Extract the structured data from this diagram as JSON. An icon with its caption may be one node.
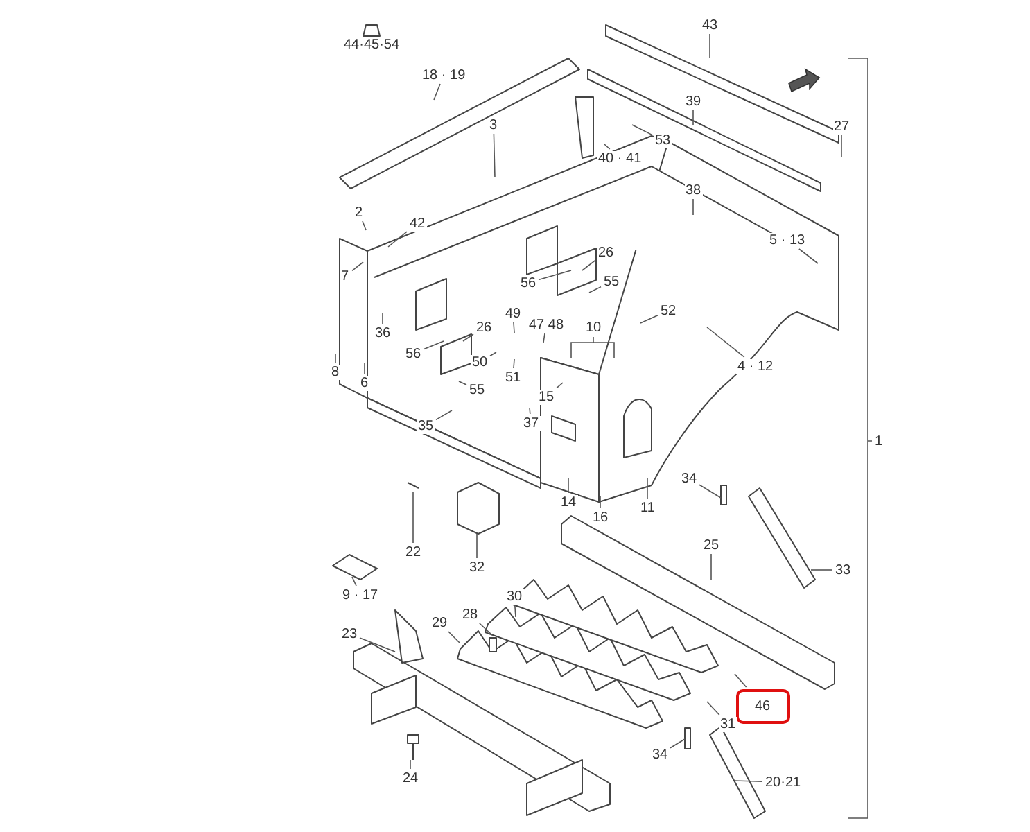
{
  "diagram": {
    "nodes": [
      {
        "text": [
          "18 · 19"
        ]
      },
      {
        "text": [
          "43"
        ]
      },
      {
        "text": [
          "3"
        ]
      },
      {
        "text": [
          "39"
        ]
      },
      {
        "text": [
          "53"
        ]
      },
      {
        "text": [
          "27"
        ]
      },
      {
        "text": [
          "40 · 41"
        ]
      },
      {
        "text": [
          "38"
        ]
      },
      {
        "text": [
          "2"
        ]
      },
      {
        "text": [
          "42"
        ]
      },
      {
        "text": [
          "5 · 13"
        ]
      },
      {
        "text": [
          "26"
        ]
      },
      {
        "text": [
          "7"
        ]
      },
      {
        "text": [
          "56"
        ]
      },
      {
        "text": [
          "55"
        ]
      },
      {
        "text": [
          "49"
        ]
      },
      {
        "text": [
          "47 48"
        ]
      },
      {
        "text": [
          "52"
        ]
      },
      {
        "text": [
          "10"
        ]
      },
      {
        "text": [
          "26"
        ]
      },
      {
        "text": [
          "8"
        ]
      },
      {
        "text": [
          "6"
        ]
      },
      {
        "text": [
          "56"
        ]
      },
      {
        "text": [
          "36"
        ]
      },
      {
        "text": [
          "50"
        ]
      },
      {
        "text": [
          "51"
        ]
      },
      {
        "text": [
          "55"
        ]
      },
      {
        "text": [
          "15"
        ]
      },
      {
        "text": [
          "4 · 12"
        ]
      },
      {
        "text": [
          "37"
        ]
      },
      {
        "text": [
          "35"
        ]
      },
      {
        "text": [
          "1"
        ]
      },
      {
        "text": [
          "14"
        ]
      },
      {
        "text": [
          "16"
        ]
      },
      {
        "text": [
          "11"
        ]
      },
      {
        "text": [
          "34"
        ]
      },
      {
        "text": [
          "22"
        ]
      },
      {
        "text": [
          "32"
        ]
      },
      {
        "text": [
          "25"
        ]
      },
      {
        "text": [
          "33"
        ]
      },
      {
        "text": [
          "9 · 17"
        ]
      },
      {
        "text": [
          "30"
        ]
      },
      {
        "text": [
          "28"
        ]
      },
      {
        "text": [
          "29"
        ]
      },
      {
        "text": [
          "23"
        ]
      },
      {
        "text": [
          "46"
        ]
      },
      {
        "text": [
          "31"
        ]
      },
      {
        "text": [
          "34"
        ]
      },
      {
        "text": [
          "20·21"
        ]
      },
      {
        "text": [
          "24"
        ]
      }
    ],
    "edges": [
      {
        "from": 0,
        "to": null,
        "arrow": "none"
      },
      {
        "from": 1,
        "to": null,
        "arrow": "none"
      },
      {
        "from": 2,
        "to": null,
        "arrow": "none"
      },
      {
        "from": 3,
        "to": null,
        "arrow": "none"
      },
      {
        "from": 4,
        "to": null,
        "arrow": "none"
      },
      {
        "from": 5,
        "to": null,
        "arrow": "none"
      },
      {
        "from": 6,
        "to": null,
        "arrow": "none"
      },
      {
        "from": 7,
        "to": null,
        "arrow": "none"
      },
      {
        "from": 8,
        "to": null,
        "arrow": "none"
      },
      {
        "from": 9,
        "to": null,
        "arrow": "none"
      },
      {
        "from": 10,
        "to": null,
        "arrow": "none"
      },
      {
        "from": 11,
        "to": null,
        "arrow": "none"
      },
      {
        "from": 12,
        "to": null,
        "arrow": "none"
      },
      {
        "from": 13,
        "to": null,
        "arrow": "none"
      },
      {
        "from": 14,
        "to": null,
        "arrow": "none"
      },
      {
        "from": 15,
        "to": null,
        "arrow": "none"
      },
      {
        "from": 16,
        "to": null,
        "arrow": "none"
      },
      {
        "from": 17,
        "to": null,
        "arrow": "none"
      },
      {
        "from": 18,
        "to": null,
        "arrow": "none"
      },
      {
        "from": 19,
        "to": null,
        "arrow": "none"
      },
      {
        "from": 20,
        "to": null,
        "arrow": "none"
      },
      {
        "from": 21,
        "to": null,
        "arrow": "none"
      },
      {
        "from": 22,
        "to": null,
        "arrow": "none"
      },
      {
        "from": 23,
        "to": null,
        "arrow": "none"
      },
      {
        "from": 24,
        "to": null,
        "arrow": "none"
      },
      {
        "from": 25,
        "to": null,
        "arrow": "none"
      },
      {
        "from": 26,
        "to": null,
        "arrow": "none"
      },
      {
        "from": 27,
        "to": null,
        "arrow": "none"
      },
      {
        "from": 28,
        "to": null,
        "arrow": "none"
      },
      {
        "from": 29,
        "to": null,
        "arrow": "none"
      },
      {
        "from": 30,
        "to": null,
        "arrow": "none"
      },
      {
        "from": 31,
        "to": null,
        "arrow": "none"
      },
      {
        "from": 32,
        "to": null,
        "arrow": "none"
      },
      {
        "from": 33,
        "to": null,
        "arrow": "none"
      },
      {
        "from": 34,
        "to": null,
        "arrow": "none"
      },
      {
        "from": 35,
        "to": null,
        "arrow": "none"
      },
      {
        "from": 36,
        "to": null,
        "arrow": "none"
      },
      {
        "from": 37,
        "to": null,
        "arrow": "none"
      },
      {
        "from": 38,
        "to": null,
        "arrow": "none"
      },
      {
        "from": 39,
        "to": null,
        "arrow": "none"
      },
      {
        "from": 40,
        "to": null,
        "arrow": "none"
      },
      {
        "from": 41,
        "to": null,
        "arrow": "none"
      },
      {
        "from": 42,
        "to": null,
        "arrow": "none"
      },
      {
        "from": 43,
        "to": null,
        "arrow": "none"
      },
      {
        "from": 44,
        "to": null,
        "arrow": "none"
      },
      {
        "from": 45,
        "to": null,
        "arrow": "none"
      },
      {
        "from": 46,
        "to": null,
        "arrow": "none"
      },
      {
        "from": 47,
        "to": null,
        "arrow": "none"
      },
      {
        "from": 48,
        "to": null,
        "arrow": "none"
      },
      {
        "from": 49,
        "to": null,
        "arrow": "none"
      }
    ],
    "labels": [
      "44·45·54"
    ]
  }
}
